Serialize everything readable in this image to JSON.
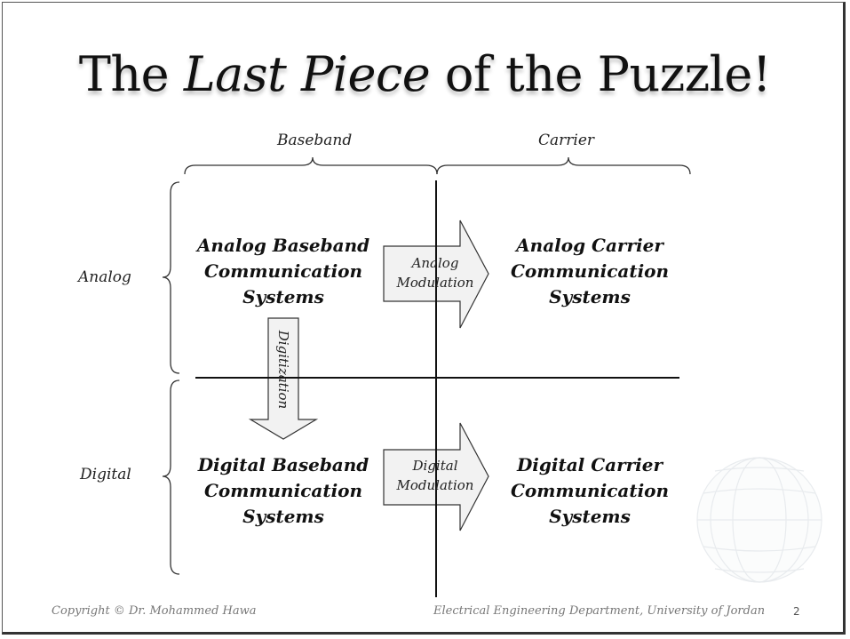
{
  "slide": {
    "title_pre": "The ",
    "title_em": "Last Piece",
    "title_post": " of the Puzzle!"
  },
  "columns": {
    "baseband": "Baseband",
    "carrier": "Carrier"
  },
  "rows": {
    "analog": "Analog",
    "digital": "Digital"
  },
  "quadrants": {
    "analog_baseband": [
      "Analog Baseband",
      "Communication",
      "Systems"
    ],
    "analog_carrier": [
      "Analog Carrier",
      "Communication",
      "Systems"
    ],
    "digital_baseband": [
      "Digital Baseband",
      "Communication",
      "Systems"
    ],
    "digital_carrier": [
      "Digital Carrier",
      "Communication",
      "Systems"
    ]
  },
  "arrows": {
    "analog_modulation": [
      "Analog",
      "Modulation"
    ],
    "digital_modulation": [
      "Digital",
      "Modulation"
    ],
    "digitization": "Digitization"
  },
  "footer": {
    "copyright": "Copyright © Dr. Mohammed Hawa",
    "department": "Electrical Engineering Department, University of Jordan",
    "page": "2"
  },
  "colors": {
    "arrow_fill": "#f2f2f2",
    "line": "#111111",
    "footer_text": "#777777"
  }
}
